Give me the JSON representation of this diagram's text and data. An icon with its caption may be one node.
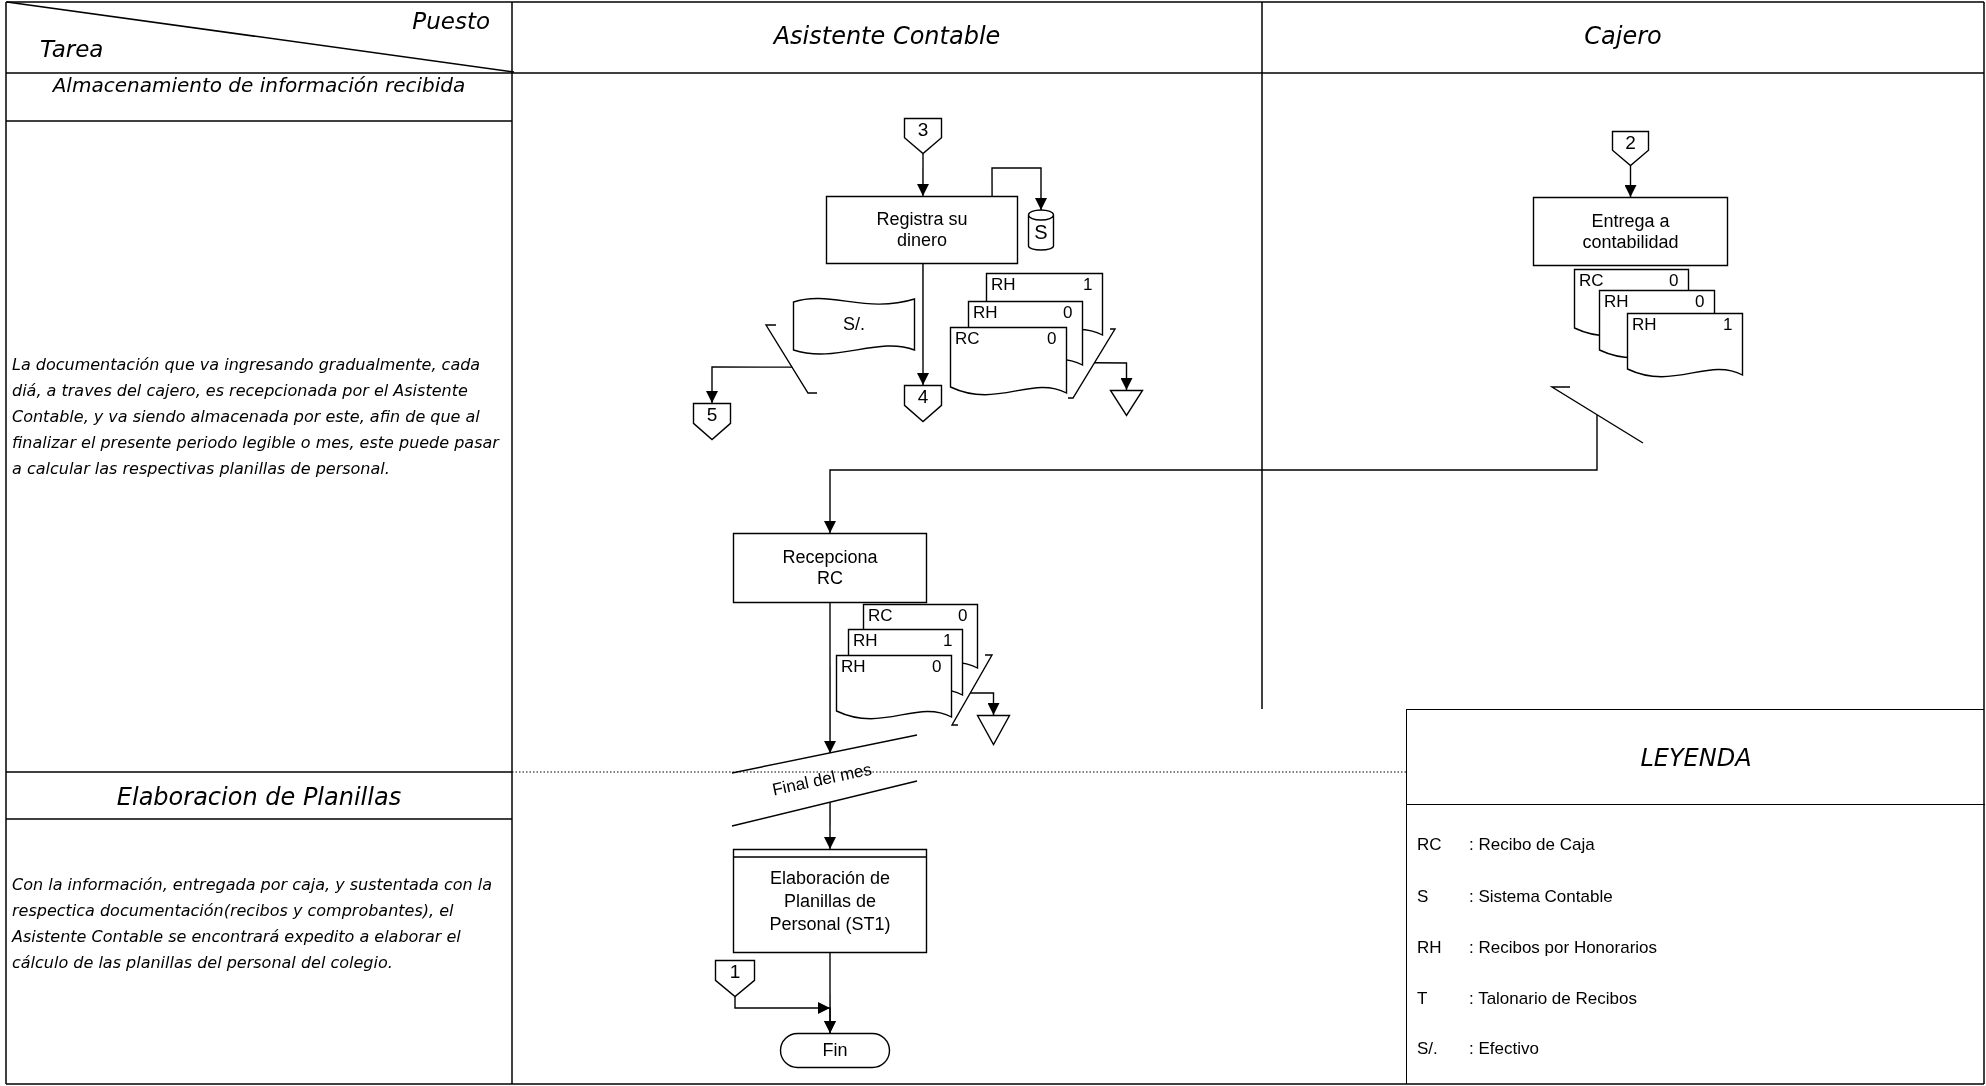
{
  "diagram": {
    "nodes": [
      {
        "text": [
          "3"
        ]
      },
      {
        "text": [
          "Registra su dinero"
        ]
      },
      {
        "text": [
          "S"
        ]
      },
      {
        "text": [
          "S/."
        ]
      },
      {
        "text": [
          "RH",
          "1",
          "RH",
          "0",
          "RC",
          "0"
        ]
      },
      {
        "text": [],
        "shape": "trapezoid"
      },
      {
        "text": [
          "5"
        ]
      },
      {
        "text": [
          "4"
        ]
      },
      {
        "text": [],
        "shape": "trapezoid"
      },
      {
        "text": [],
        "shape": "triangle"
      },
      {
        "text": [
          "2"
        ]
      },
      {
        "text": [
          "Entrega a contabilidad"
        ]
      },
      {
        "text": [
          "RC",
          "0",
          "RH",
          "0",
          "RH",
          "1"
        ]
      },
      {
        "text": [],
        "shape": "trapezoid"
      },
      {
        "text": [
          "Recepciona RC"
        ]
      },
      {
        "text": [
          "RC",
          "0",
          "RH",
          "1",
          "RH",
          "0"
        ]
      },
      {
        "text": [],
        "shape": "trapezoid"
      },
      {
        "text": [],
        "shape": "triangle"
      },
      {
        "text": [
          "Final del mes"
        ]
      },
      {
        "text": [
          "Elaboración de Planillas de Personal (ST1)"
        ]
      },
      {
        "text": [
          "1"
        ]
      },
      {
        "text": [
          "Fin"
        ]
      }
    ],
    "edges": [
      {
        "from": 0,
        "to": 1,
        "arrow": "to"
      },
      {
        "from": 1,
        "to": 2,
        "arrow": "to"
      },
      {
        "from": 1,
        "to": 7,
        "arrow": "to"
      },
      {
        "from": 5,
        "to": 6,
        "arrow": "to"
      },
      {
        "from": 8,
        "to": 9,
        "arrow": "to"
      },
      {
        "from": 10,
        "to": 11,
        "arrow": "to"
      },
      {
        "from": 13,
        "to": 14,
        "arrow": "to"
      },
      {
        "from": 14,
        "to": 18,
        "arrow": "to"
      },
      {
        "from": 16,
        "to": 17,
        "arrow": "to"
      },
      {
        "from": 18,
        "to": 19,
        "arrow": "to"
      },
      {
        "from": 19,
        "to": 21,
        "arrow": "to"
      },
      {
        "from": 20,
        "to": 21,
        "arrow": "to"
      }
    ],
    "labels": [
      "Puesto",
      "Tarea",
      "Asistente Contable",
      "Cajero",
      "Almacenamiento de información recibida",
      "La documentación que va ingresando gradualmente, cada diá, a traves del cajero, es recepcionada por el Asistente Contable, y va siendo almacenada por este, afin de que al finalizar el presente periodo legible o mes, este puede pasar a calcular las respectivas planillas de personal.",
      "Elaboracion de Planillas",
      "Con la información, entregada por caja, y sustentada con la respectica documentación(recibos y comprobantes), el Asistente Contable se encontrará expedito a elaborar el cálculo de las planillas del personal del colegio.",
      "LEYENDA",
      "RC",
      ": Recibo de Caja",
      "S",
      ": Sistema Contable",
      "RH",
      ": Recibos por Honorarios",
      "T",
      ": Talonario de Recibos",
      "S/.",
      ": Efectivo"
    ]
  }
}
